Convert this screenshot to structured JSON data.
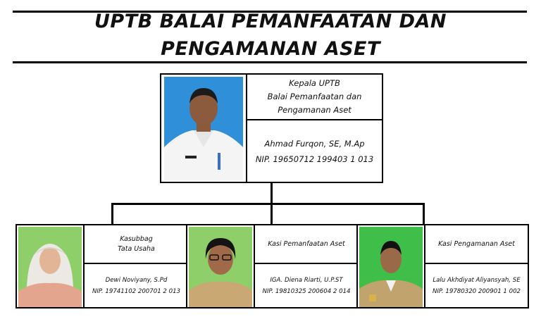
{
  "header": {
    "line1": "UPTB BALAI PEMANFAATAN DAN",
    "line2": "PENGAMANAN ASET"
  },
  "head": {
    "position_lines": [
      "Kepala UPTB",
      "Balai Pemanfaatan dan",
      "Pengamanan Aset"
    ],
    "name": "Ahmad Furqon, SE, M.Ap",
    "nip": "NIP. 19650712 199403 1 013",
    "photo_bg": "#2f8fd8"
  },
  "staff": [
    {
      "position_lines": [
        "Kasubbag",
        "Tata Usaha"
      ],
      "name": "Dewi Noviyany, S.Pd",
      "nip": "NIP. 19741102 200701 2 013",
      "photo_bg": "#8ecf6a"
    },
    {
      "position_lines": [
        "Kasi Pemanfaatan Aset"
      ],
      "name": "IGA. Diena Riarti, U.P.ST",
      "nip": "NIP. 19810325 200604 2 014",
      "photo_bg": "#8ecf6a"
    },
    {
      "position_lines": [
        "Kasi Pengamanan Aset"
      ],
      "name": "Lalu Akhdiyat Aliyansyah, SE",
      "nip": "NIP. 19780320 200901 1 002",
      "photo_bg": "#3fbf4a"
    }
  ]
}
